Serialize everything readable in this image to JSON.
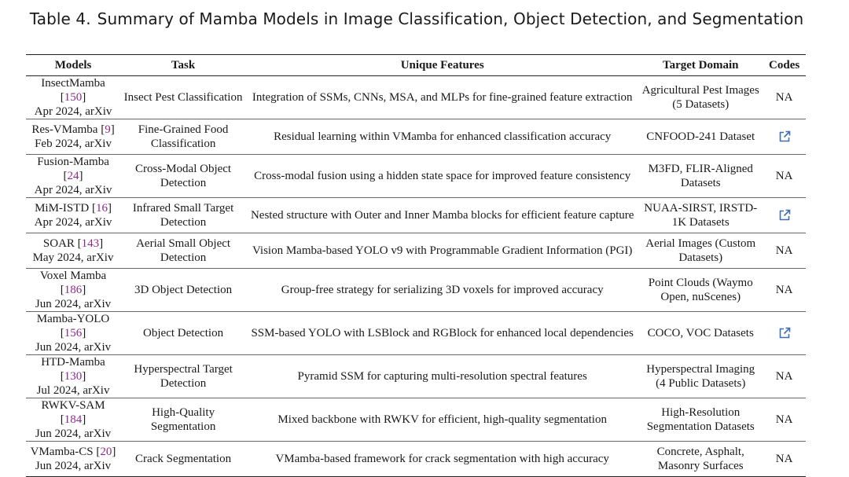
{
  "caption": {
    "label": "Table 4.",
    "title": "Summary of Mamba Models in Image Classification, Object Detection, and Segmentation"
  },
  "columns": {
    "models": "Models",
    "task": "Task",
    "features": "Unique Features",
    "domain": "Target Domain",
    "codes": "Codes"
  },
  "colors": {
    "citation": "#8b2a8b",
    "link_icon": "#3b6fb6"
  },
  "rows": [
    {
      "model": "InsectMamba",
      "ref": "150",
      "date": "Apr 2024, arXiv",
      "task": "Insect Pest Classification",
      "features": "Integration of SSMs, CNNs, MSA, and MLPs for fine-grained feature extraction",
      "domain": "Agricultural Pest Images (5 Datasets)",
      "code": "NA"
    },
    {
      "model": "Res-VMamba",
      "ref": "9",
      "date": "Feb 2024, arXiv",
      "task": "Fine-Grained Food Classification",
      "features": "Residual learning within VMamba for enhanced classification accuracy",
      "domain": "CNFOOD-241 Dataset",
      "code": "external-link-icon"
    },
    {
      "model": "Fusion-Mamba",
      "ref": "24",
      "date": "Apr 2024, arXiv",
      "task": "Cross-Modal Object Detection",
      "features": "Cross-modal fusion using a hidden state space for improved feature consistency",
      "domain": "M3FD, FLIR-Aligned Datasets",
      "code": "NA"
    },
    {
      "model": "MiM-ISTD",
      "ref": "16",
      "date": "Apr 2024, arXiv",
      "task": "Infrared Small Target Detection",
      "features": "Nested structure with Outer and Inner Mamba blocks for efficient feature capture",
      "domain": "NUAA-SIRST, IRSTD-1K Datasets",
      "code": "external-link-icon"
    },
    {
      "model": "SOAR",
      "ref": "143",
      "date": "May 2024, arXiv",
      "task": "Aerial Small Object Detection",
      "features": "Vision Mamba-based YOLO v9 with Programmable Gradient Information (PGI)",
      "domain": "Aerial Images (Custom Datasets)",
      "code": "NA"
    },
    {
      "model": "Voxel Mamba",
      "ref": "186",
      "date": "Jun 2024, arXiv",
      "task": "3D Object Detection",
      "features": "Group-free strategy for serializing 3D voxels for improved accuracy",
      "domain": "Point Clouds (Waymo Open, nuScenes)",
      "code": "NA"
    },
    {
      "model": "Mamba-YOLO",
      "ref": "156",
      "date": "Jun 2024, arXiv",
      "task": "Object Detection",
      "features": "SSM-based YOLO with LSBlock and RGBlock for enhanced local dependencies",
      "domain": "COCO, VOC Datasets",
      "code": "external-link-icon"
    },
    {
      "model": "HTD-Mamba",
      "ref": "130",
      "date": "Jul 2024, arXiv",
      "task": "Hyperspectral Target Detection",
      "features": "Pyramid SSM for capturing multi-resolution spectral features",
      "domain": "Hyperspectral Imaging (4 Public Datasets)",
      "code": "NA"
    },
    {
      "model": "RWKV-SAM",
      "ref": "184",
      "date": "Jun 2024, arXiv",
      "task": "High-Quality Segmentation",
      "features": "Mixed backbone with RWKV for efficient, high-quality segmentation",
      "domain": "High-Resolution Segmentation Datasets",
      "code": "NA"
    },
    {
      "model": "VMamba-CS",
      "ref": "20",
      "date": "Jun 2024, arXiv",
      "task": "Crack Segmentation",
      "features": "VMamba-based framework for crack segmentation with high accuracy",
      "domain": "Concrete, Asphalt, Masonry Surfaces",
      "code": "NA"
    }
  ]
}
